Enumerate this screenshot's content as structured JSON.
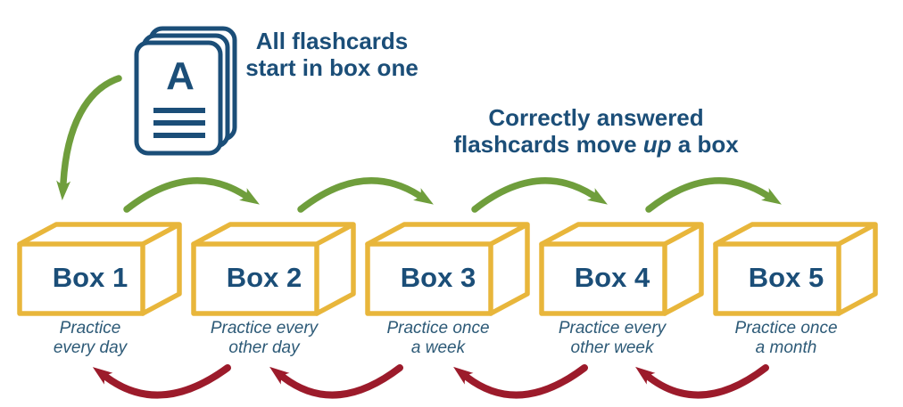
{
  "colors": {
    "ink_blue": "#1b4e78",
    "caption_blue": "#2d5a77",
    "box_yellow": "#e8b63b",
    "arrow_green": "#6f9e3c",
    "arrow_red": "#9c1b2b"
  },
  "flashcards_icon": {
    "letter": "A"
  },
  "notes": {
    "start": {
      "line1": "All flashcards",
      "line2": "start in box one"
    },
    "move_up": {
      "line1": "Correctly answered",
      "line2_pre": "flashcards move ",
      "line2_em": "up",
      "line2_post": " a box"
    }
  },
  "boxes": [
    {
      "label": "Box 1",
      "caption_line1": "Practice",
      "caption_line2": "every day"
    },
    {
      "label": "Box 2",
      "caption_line1": "Practice every",
      "caption_line2": "other day"
    },
    {
      "label": "Box 3",
      "caption_line1": "Practice once",
      "caption_line2": "a week"
    },
    {
      "label": "Box 4",
      "caption_line1": "Practice every",
      "caption_line2": "other week"
    },
    {
      "label": "Box 5",
      "caption_line1": "Practice once",
      "caption_line2": "a month"
    }
  ]
}
